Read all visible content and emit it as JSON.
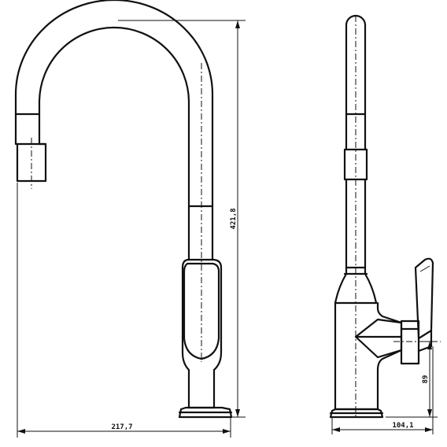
{
  "dimensions": {
    "front_width": "217,7",
    "total_height": "421,8",
    "side_depth": "104,1",
    "handle_height": "89"
  }
}
